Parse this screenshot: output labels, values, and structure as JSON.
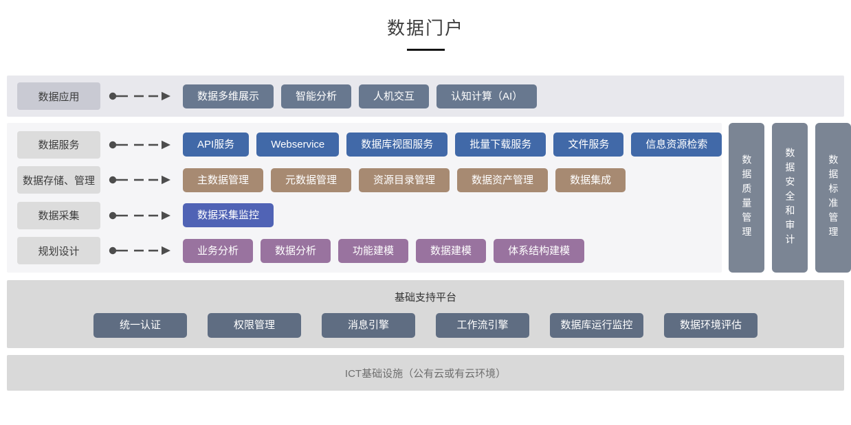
{
  "title": "数据门户",
  "colors": {
    "band_app_bg": "#e8e8ed",
    "band_main_bg": "#f5f5f7",
    "band_gray_bg": "#d9d9d9",
    "label_app_bg": "#c9cad3",
    "label_main_bg": "#dcdcdc",
    "arrow": "#4d4d4d",
    "app_button": "#68788f",
    "service_button": "#4169a8",
    "storage_button": "#a78a72",
    "collect_button": "#5063b5",
    "plan_button": "#99739f",
    "side_bar": "#7b8594",
    "platform_button": "#5f6d82"
  },
  "app_row": {
    "label": "数据应用",
    "color_key": "app_button",
    "items": [
      "数据多维展示",
      "智能分析",
      "人机交互",
      "认知计算（AI）"
    ]
  },
  "main_rows": [
    {
      "label": "数据服务",
      "color_key": "service_button",
      "items": [
        "API服务",
        "Webservice",
        "数据库视图服务",
        "批量下载服务",
        "文件服务",
        "信息资源检索"
      ]
    },
    {
      "label": "数据存储、管理",
      "color_key": "storage_button",
      "items": [
        "主数据管理",
        "元数据管理",
        "资源目录管理",
        "数据资产管理",
        "数据集成"
      ]
    },
    {
      "label": "数据采集",
      "color_key": "collect_button",
      "items": [
        "数据采集监控"
      ]
    },
    {
      "label": "规划设计",
      "color_key": "plan_button",
      "items": [
        "业务分析",
        "数据分析",
        "功能建模",
        "数据建模",
        "体系结构建模"
      ]
    }
  ],
  "side_bars": [
    "数据质量管理",
    "数据安全和审计",
    "数据标准管理"
  ],
  "platform": {
    "title": "基础支持平台",
    "items": [
      "统一认证",
      "权限管理",
      "消息引擎",
      "工作流引擎",
      "数据库运行监控",
      "数据环境评估"
    ]
  },
  "infrastructure": {
    "label": "ICT基础设施（公有云或有云环境）"
  }
}
